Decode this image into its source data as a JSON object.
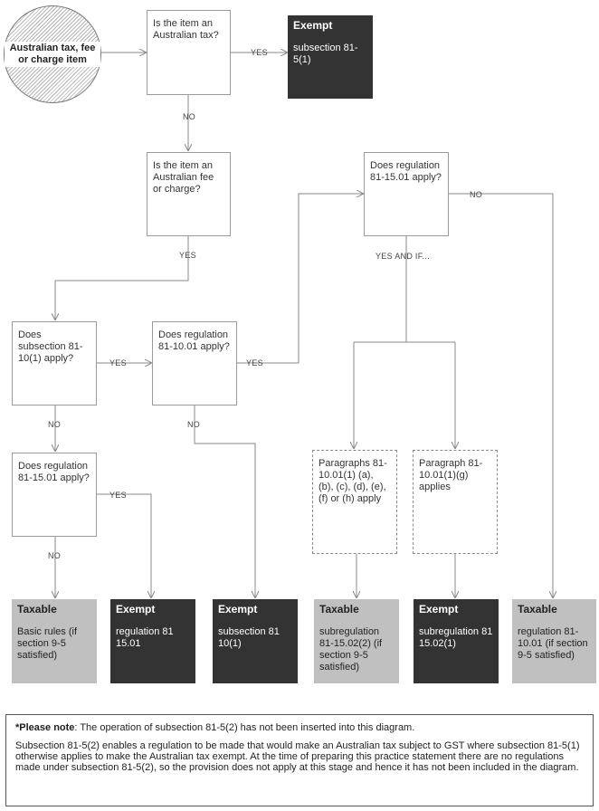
{
  "start": {
    "label": "Australian tax, fee or charge item"
  },
  "q1": {
    "text": "Is the item an Australian tax?"
  },
  "q2": {
    "text": "Is the item an Australian fee or charge?"
  },
  "q3": {
    "text": "Does subsection 81-10(1) apply?"
  },
  "q4": {
    "text": "Does regulation 81-10.01 apply?"
  },
  "q5": {
    "text": "Does regulation 81-15.01 apply?"
  },
  "q6": {
    "text": "Does regulation 81-15.01 apply?"
  },
  "p1": {
    "text": "Paragraphs 81-10.01(1) (a), (b), (c), (d), (e), (f) or (h) apply"
  },
  "p2": {
    "text": "Paragraph 81-10.01(1)(g) applies"
  },
  "labels": {
    "yes": "YES",
    "no": "NO",
    "yes_and_if": "YES AND IF..."
  },
  "terminals": [
    {
      "title": "Exempt",
      "body": "subsection 81-5(1)"
    },
    {
      "title": "Taxable",
      "body": "Basic rules (if section 9-5 satisfied)"
    },
    {
      "title": "Exempt",
      "body": "regulation 81 15.01"
    },
    {
      "title": "Exempt",
      "body": "subsection 81 10(1)"
    },
    {
      "title": "Taxable",
      "body": "subregulation 81-15.02(2) (if section 9-5 satisfied)"
    },
    {
      "title": "Exempt",
      "body": "subregulation 81 15.02(1)"
    },
    {
      "title": "Taxable",
      "body": "regulation 81-10.01 (if section 9-5 satisfied)"
    }
  ],
  "note": {
    "lead": "*Please note",
    "line1": ": The operation of subsection 81-5(2) has not been inserted into this diagram.",
    "para2": "Subsection 81-5(2) enables a regulation to be made that would make an Australian tax subject to GST where subsection 81-5(1) otherwise applies to make the Australian tax exempt. At the time of preparing this practice statement there are no regulations made under subsection 81-5(2), so the provision does not apply at this stage and hence it has not been included in the diagram."
  }
}
